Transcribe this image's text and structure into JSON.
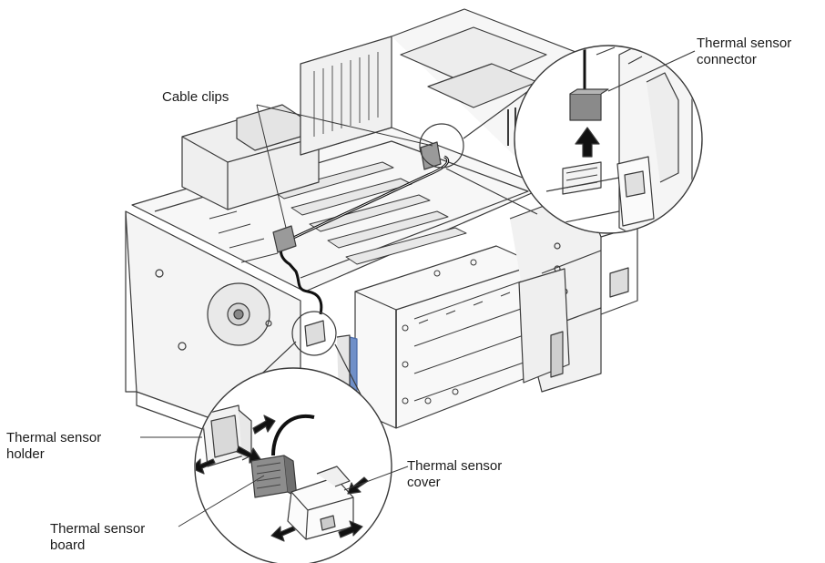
{
  "labels": {
    "cable_clips": "Cable clips",
    "connector": [
      "Thermal sensor",
      "connector"
    ],
    "holder": [
      "Thermal sensor",
      "holder"
    ],
    "cover": [
      "Thermal sensor",
      "cover"
    ],
    "board": [
      "Thermal sensor",
      "board"
    ]
  },
  "colors": {
    "line": "#3a3a3a",
    "metal": "#f2f2f2",
    "shade": "#bdbdbd",
    "accent": "#6f8fc8"
  }
}
